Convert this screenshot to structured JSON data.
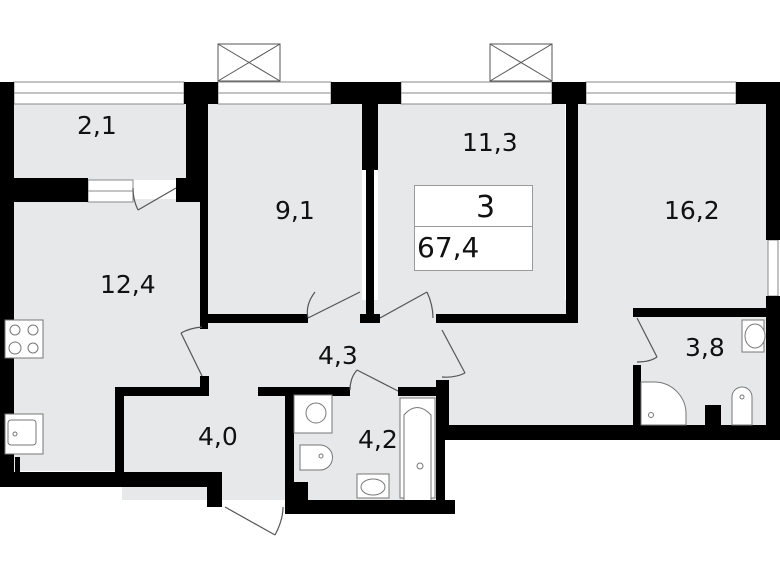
{
  "plan": {
    "summary": {
      "rooms": "3",
      "total_area": "67,4"
    },
    "rooms": [
      {
        "id": "balcony",
        "area": "2,1"
      },
      {
        "id": "kitchen",
        "area": "12,4"
      },
      {
        "id": "bedroom-1",
        "area": "9,1"
      },
      {
        "id": "bedroom-2",
        "area": "11,3"
      },
      {
        "id": "living-room",
        "area": "16,2"
      },
      {
        "id": "hallway",
        "area": "4,3"
      },
      {
        "id": "entrance-hall",
        "area": "4,0"
      },
      {
        "id": "bathroom",
        "area": "4,2"
      },
      {
        "id": "shower-room",
        "area": "3,8"
      }
    ],
    "colors": {
      "wall": "#000000",
      "floor": "#e6e8e9",
      "fixture": "#ffffff",
      "outline": "#8a8a8a"
    }
  }
}
